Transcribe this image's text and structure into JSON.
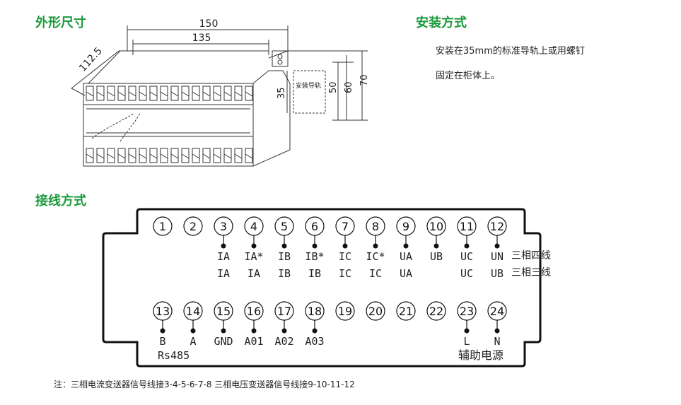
{
  "headings": {
    "dimensions": "外形尺寸",
    "installation": "安装方式",
    "wiring": "接线方式"
  },
  "installation": {
    "line1": "安装在35mm的标准导轨上或用螺钉",
    "line2": "固定在柜体上。"
  },
  "dimensions": {
    "width_total": "150",
    "width_inner": "135",
    "depth": "112.5",
    "rail": "35",
    "h1": "50",
    "h2": "60",
    "h3": "70",
    "rail_label": "安装导轨"
  },
  "terminals_top": [
    {
      "num": "1",
      "row1": "",
      "row2": "",
      "dot": false
    },
    {
      "num": "2",
      "row1": "",
      "row2": "",
      "dot": false
    },
    {
      "num": "3",
      "row1": "IA",
      "row2": "IA",
      "dot": true
    },
    {
      "num": "4",
      "row1": "IA*",
      "row2": "IA",
      "dot": true
    },
    {
      "num": "5",
      "row1": "IB",
      "row2": "IB",
      "dot": true
    },
    {
      "num": "6",
      "row1": "IB*",
      "row2": "IB",
      "dot": true
    },
    {
      "num": "7",
      "row1": "IC",
      "row2": "IC",
      "dot": true
    },
    {
      "num": "8",
      "row1": "IC*",
      "row2": "IC",
      "dot": true
    },
    {
      "num": "9",
      "row1": "UA",
      "row2": "UA",
      "dot": true
    },
    {
      "num": "10",
      "row1": "UB",
      "row2": "",
      "dot": true
    },
    {
      "num": "11",
      "row1": "UC",
      "row2": "UC",
      "dot": true
    },
    {
      "num": "12",
      "row1": "UN",
      "row2": "UB",
      "dot": true
    }
  ],
  "wiring_modes": {
    "four_wire": "三相四线",
    "three_wire": "三相三线"
  },
  "terminals_bottom": [
    {
      "num": "13",
      "label": "B",
      "dot": true
    },
    {
      "num": "14",
      "label": "A",
      "dot": true
    },
    {
      "num": "15",
      "label": "GND",
      "dot": true
    },
    {
      "num": "16",
      "label": "A01",
      "dot": true
    },
    {
      "num": "17",
      "label": "A02",
      "dot": true
    },
    {
      "num": "18",
      "label": "A03",
      "dot": true
    },
    {
      "num": "19",
      "label": "",
      "dot": false
    },
    {
      "num": "20",
      "label": "",
      "dot": false
    },
    {
      "num": "21",
      "label": "",
      "dot": false
    },
    {
      "num": "22",
      "label": "",
      "dot": false
    },
    {
      "num": "23",
      "label": "L",
      "dot": true
    },
    {
      "num": "24",
      "label": "N",
      "dot": true
    }
  ],
  "rs485": "Rs485",
  "aux_power": "辅助电源",
  "note": "注：三相电流变送器信号线接3-4-5-6-7-8 三相电压变送器信号线接9-10-11-12"
}
